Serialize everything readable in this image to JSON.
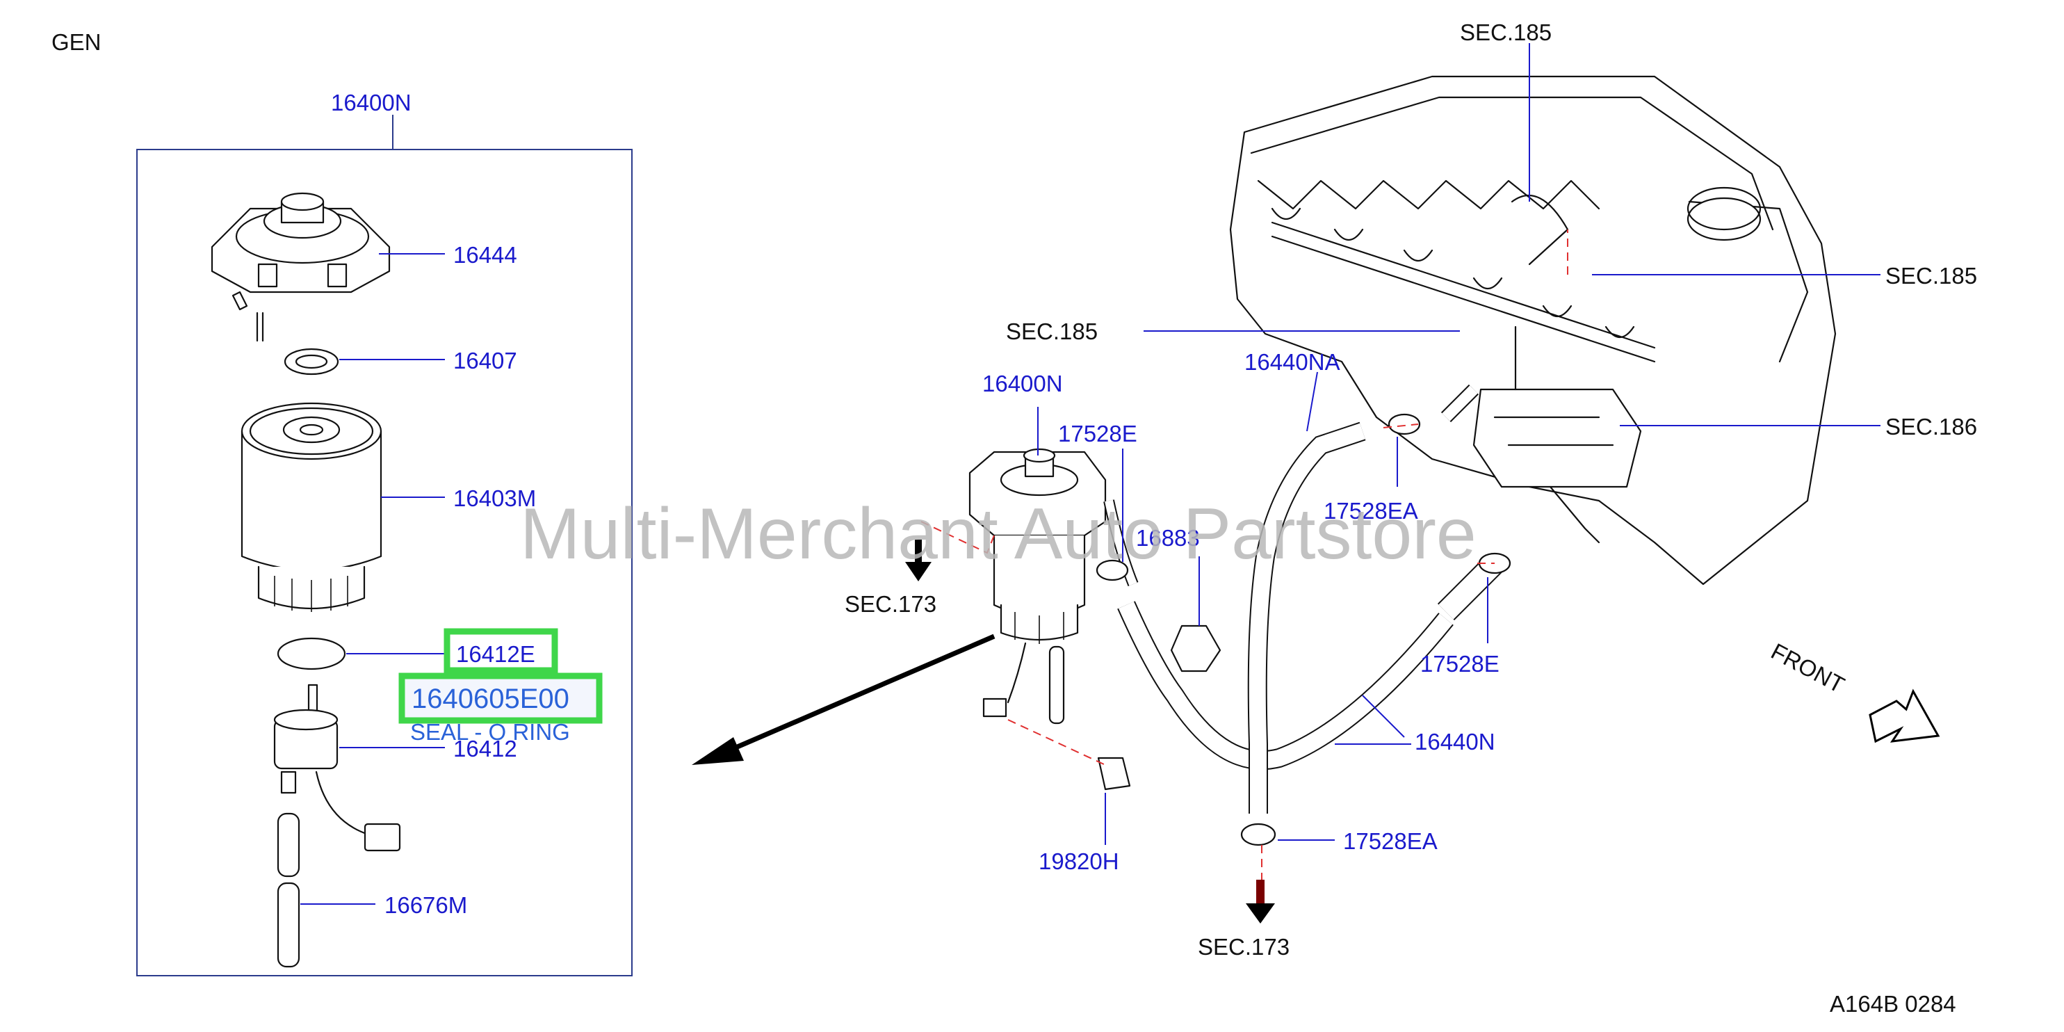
{
  "header": {
    "group": "GEN",
    "footer_code": "A164B  0284"
  },
  "watermark": "Multi-Merchant Auto Partstore",
  "highlight": {
    "part_number": "1640605E00",
    "description": "SEAL - O RING"
  },
  "detail_box": {
    "assembly": "16400N",
    "parts": [
      "16444",
      "16407",
      "16403M",
      "16412E",
      "16412",
      "16676M"
    ]
  },
  "main": {
    "filter_assembly": "16400N",
    "clamp_e_left": "17528E",
    "bracket": "16883",
    "clip": "19820H",
    "hose_na": "16440NA",
    "clamp_ea_top": "17528EA",
    "clamp_e_right": "17528E",
    "hose_n": "16440N",
    "clamp_ea_bottom": "17528EA"
  },
  "sections": {
    "sec_185_top": "SEC.185",
    "sec_185_right": "SEC.185",
    "sec_185_left": "SEC.185",
    "sec_186": "SEC.186",
    "sec_173_left": "SEC.173",
    "sec_173_bottom": "SEC.173"
  },
  "orientation": "FRONT",
  "colors": {
    "part_number": "#1a1acc",
    "highlight_box": "#3fd64a",
    "highlight_text": "#2a62d8",
    "watermark": "#b8b8b8"
  }
}
